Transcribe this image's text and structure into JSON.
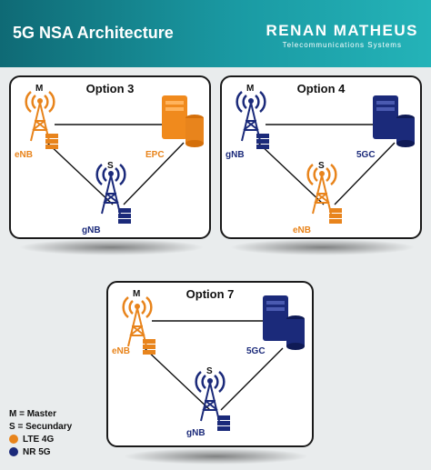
{
  "header": {
    "title": "5G NSA Architecture",
    "brand_name": "RENAN MATHEUS",
    "brand_sub": "Telecommunications Systems"
  },
  "colors": {
    "lte": "#e8841c",
    "nr": "#1b2a7a",
    "header": "#1a9aa3"
  },
  "panels": [
    {
      "title": "Option 3",
      "master": "M",
      "master_node": "eNB",
      "secondary": "S",
      "secondary_node": "gNB",
      "core": "EPC"
    },
    {
      "title": "Option 4",
      "master": "M",
      "master_node": "gNB",
      "secondary": "S",
      "secondary_node": "eNB",
      "core": "5GC"
    },
    {
      "title": "Option 7",
      "master": "M",
      "master_node": "eNB",
      "secondary": "S",
      "secondary_node": "gNB",
      "core": "5GC"
    }
  ],
  "legend": {
    "master": "M = Master",
    "secondary": "S = Secundary",
    "lte": "LTE 4G",
    "nr": "NR 5G"
  }
}
